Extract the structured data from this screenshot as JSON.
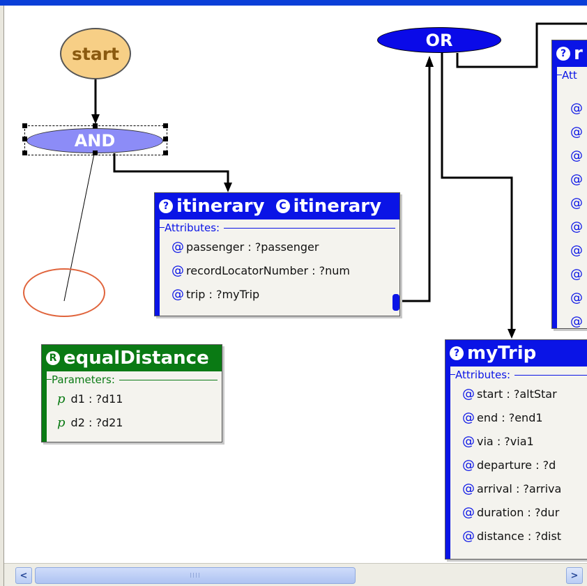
{
  "nodes": {
    "start": "start",
    "and": "AND",
    "or": "OR"
  },
  "itinerary_box": {
    "icon_left": "?",
    "title_left": "itinerary",
    "icon_right": "C",
    "title_right": "itinerary",
    "section": "Attributes:",
    "rows": [
      {
        "name": "passenger",
        "value": "?passenger"
      },
      {
        "name": "recordLocatorNumber",
        "value": "?num"
      },
      {
        "name": "trip",
        "value": "?myTrip"
      }
    ]
  },
  "equal_distance_box": {
    "icon": "R",
    "title": "equalDistance",
    "section": "Parameters:",
    "rows": [
      {
        "prefix": "p",
        "name": "d1",
        "value": "?d11"
      },
      {
        "prefix": "p",
        "name": "d2",
        "value": "?d21"
      }
    ]
  },
  "mytrip_box": {
    "icon": "?",
    "title": "myTrip",
    "section": "Attributes:",
    "rows": [
      {
        "name": "start",
        "value": "?altStar"
      },
      {
        "name": "end",
        "value": "?end1"
      },
      {
        "name": "via",
        "value": "?via1"
      },
      {
        "name": "departure",
        "value": "?d"
      },
      {
        "name": "arrival",
        "value": "?arriva"
      },
      {
        "name": "duration",
        "value": "?dur"
      },
      {
        "name": "distance",
        "value": "?dist"
      }
    ]
  },
  "partial_box": {
    "icon": "?",
    "title": "r",
    "section": "Att"
  },
  "scrollbar": {
    "left_arrow": "<",
    "right_arrow": ">",
    "grip": "IIII"
  },
  "symbols": {
    "attribute": "@",
    "separator": ":"
  },
  "colors": {
    "box_header_blue": "#0a14e6",
    "rule_header_green": "#0a7a14",
    "start_node": "#f7cf86",
    "and_node": "#8c8cf7",
    "or_node": "#0a0ae8",
    "empty_node_outline": "#e0643c"
  }
}
